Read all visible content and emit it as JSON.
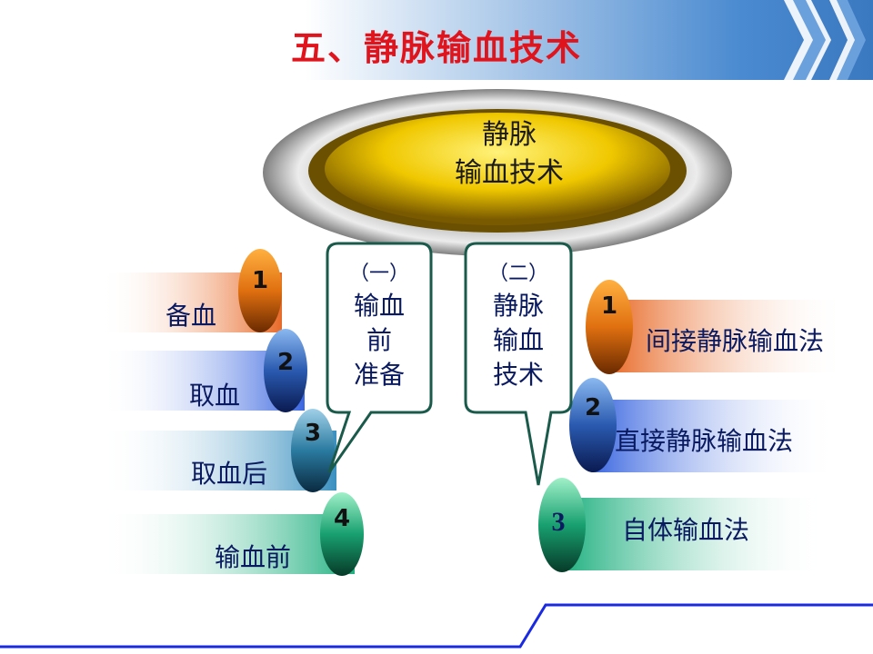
{
  "title": "五、静脉输血技术",
  "center": {
    "line1": "静脉",
    "line2": "输血技术"
  },
  "left_bubble": {
    "num": "（一）",
    "lines": [
      "输血",
      "前",
      "准备"
    ]
  },
  "right_bubble": {
    "num": "（二）",
    "lines": [
      "静脉",
      "输血",
      "技术"
    ]
  },
  "left_items": [
    {
      "num": "1",
      "label": "备血",
      "color": "#d9601a"
    },
    {
      "num": "2",
      "label": "取血",
      "color": "#2c5fd0"
    },
    {
      "num": "3",
      "label": "取血后",
      "color": "#2a7fb0"
    },
    {
      "num": "4",
      "label": "输血前",
      "color": "#1aa070"
    }
  ],
  "right_items": [
    {
      "num": "1",
      "label": "间接静脉输血法",
      "color": "#d9601a"
    },
    {
      "num": "2",
      "label": "直接静脉输血法",
      "color": "#2c5fd0"
    },
    {
      "num": "3",
      "label": "自体输血法",
      "color": "#1aa070"
    }
  ],
  "colors": {
    "title": "#e0141c",
    "header": "#4a8ad0",
    "text": "#0a1a60",
    "accent_line": "#1a2ae0"
  }
}
